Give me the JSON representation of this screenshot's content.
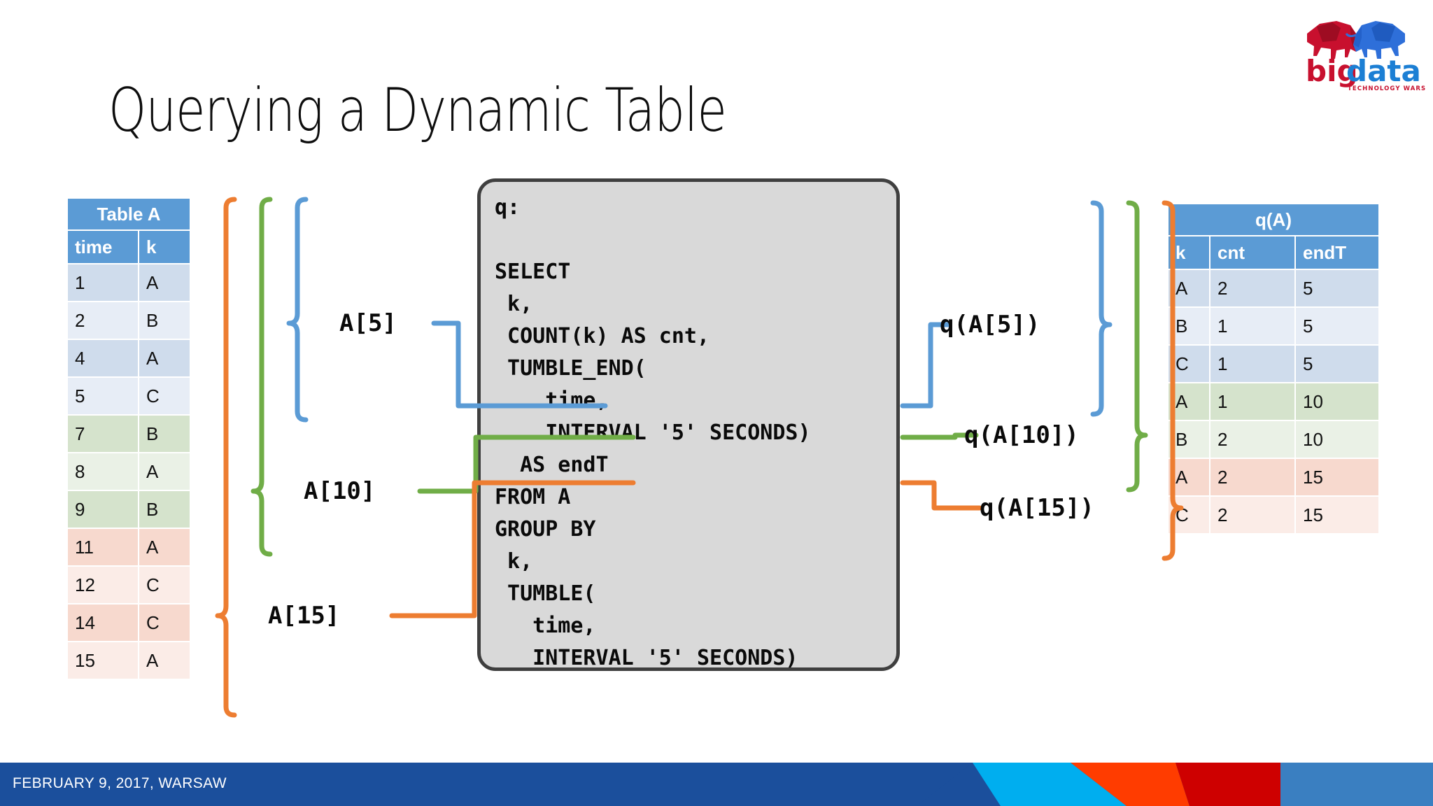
{
  "slide": {
    "title": "Querying a Dynamic Table",
    "footer_text": "FEBRUARY 9, 2017, WARSAW",
    "footer_bg": "#1B4F9C"
  },
  "logo": {
    "word_big": "big",
    "word_data": "data",
    "tagline": "TECHNOLOGY WARSAW SUMMIT",
    "color_red": "#C8102E",
    "color_blue": "#1C7FD4",
    "left_elephant": "elephant-red",
    "right_elephant": "elephant-blue"
  },
  "table_a": {
    "caption": "Table A",
    "columns": [
      "time",
      "k"
    ],
    "rows": [
      {
        "time": "1",
        "k": "A",
        "tint": "b1"
      },
      {
        "time": "2",
        "k": "B",
        "tint": "b2"
      },
      {
        "time": "4",
        "k": "A",
        "tint": "b1"
      },
      {
        "time": "5",
        "k": "C",
        "tint": "b2"
      },
      {
        "time": "7",
        "k": "B",
        "tint": "g1"
      },
      {
        "time": "8",
        "k": "A",
        "tint": "g2"
      },
      {
        "time": "9",
        "k": "B",
        "tint": "g1"
      },
      {
        "time": "11",
        "k": "A",
        "tint": "r1"
      },
      {
        "time": "12",
        "k": "C",
        "tint": "r2"
      },
      {
        "time": "14",
        "k": "C",
        "tint": "r1"
      },
      {
        "time": "15",
        "k": "A",
        "tint": "r2"
      }
    ]
  },
  "table_q": {
    "caption": "q(A)",
    "columns": [
      "k",
      "cnt",
      "endT"
    ],
    "rows": [
      {
        "k": "A",
        "cnt": "2",
        "endT": "5",
        "tint": "b1"
      },
      {
        "k": "B",
        "cnt": "1",
        "endT": "5",
        "tint": "b2"
      },
      {
        "k": "C",
        "cnt": "1",
        "endT": "5",
        "tint": "b1"
      },
      {
        "k": "A",
        "cnt": "1",
        "endT": "10",
        "tint": "g1"
      },
      {
        "k": "B",
        "cnt": "2",
        "endT": "10",
        "tint": "g2"
      },
      {
        "k": "A",
        "cnt": "2",
        "endT": "15",
        "tint": "r1"
      },
      {
        "k": "C",
        "cnt": "2",
        "endT": "15",
        "tint": "r2"
      }
    ]
  },
  "query": {
    "text": "q:\n\nSELECT\n k,\n COUNT(k) AS cnt,\n TUMBLE_END(\n    time,\n    INTERVAL '5' SECONDS)\n  AS endT\nFROM A\nGROUP BY\n k,\n TUMBLE(\n   time,\n   INTERVAL '5' SECONDS)"
  },
  "snapshot_labels": {
    "left": [
      {
        "text": "A[5]",
        "color": "#5B9BD5"
      },
      {
        "text": "A[10]",
        "color": "#70AD47"
      },
      {
        "text": "A[15]",
        "color": "#ED7D31"
      }
    ],
    "right": [
      {
        "text": "q(A[5])",
        "color": "#5B9BD5"
      },
      {
        "text": "q(A[10])",
        "color": "#70AD47"
      },
      {
        "text": "q(A[15])",
        "color": "#ED7D31"
      }
    ]
  },
  "colors": {
    "blue": "#5B9BD5",
    "green": "#70AD47",
    "orange": "#ED7D31",
    "header_blue": "#5B9BD5",
    "box_fill": "#D9D9D9",
    "box_border": "#3F3F3F"
  }
}
